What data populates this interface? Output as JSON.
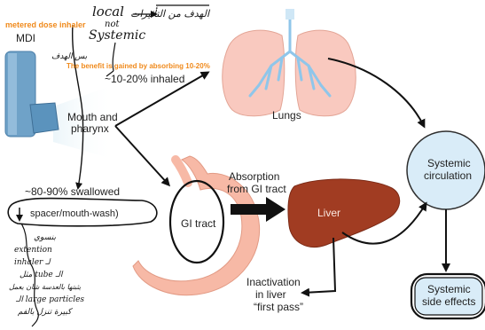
{
  "labels": {
    "mdi": "MDI",
    "metered_dose_inhaler": "metered dose inhaler",
    "benefit_note": "The benefit is gained by absorbing 10-20%",
    "inhaled_pct": "~10-20% inhaled",
    "mouth_pharynx_line1": "Mouth and",
    "mouth_pharynx_line2": "pharynx",
    "lungs": "Lungs",
    "swallowed_pct": "~80-90% swallowed",
    "spacer_note": "spacer/mouth-wash)",
    "gi_tract": "GI tract",
    "absorption_line1": "Absorption",
    "absorption_line2": "from GI tract",
    "liver": "Liver",
    "systemic_circulation_line1": "Systemic",
    "systemic_circulation_line2": "circulation",
    "systemic_side_effects_line1": "Systemic",
    "systemic_side_effects_line2": "side effects",
    "inactivation_line1": "Inactivation",
    "inactivation_line2": "in liver",
    "inactivation_line3": "“first pass”"
  },
  "handwriting": {
    "local": "local",
    "not": "not",
    "systemic": "Systemic",
    "arabic_goal": "الهدف من التأثيرات",
    "arabic_short": "بس الهدف",
    "notes_lines": [
      "بنسوي",
      "extention",
      "inhaler لـ",
      "مثل tube الـ",
      "يثبتها بالعدسة شان يعمل",
      "الـ large particles",
      "كبيرة تنزل بالفم"
    ]
  },
  "colors": {
    "lung": "#f9c9bf",
    "bronchi": "#8fc6ea",
    "stomach": "#f7b9a6",
    "liver": "#a13c22",
    "circulation": "#d9ecf8",
    "orange_note": "#f08a1c"
  }
}
